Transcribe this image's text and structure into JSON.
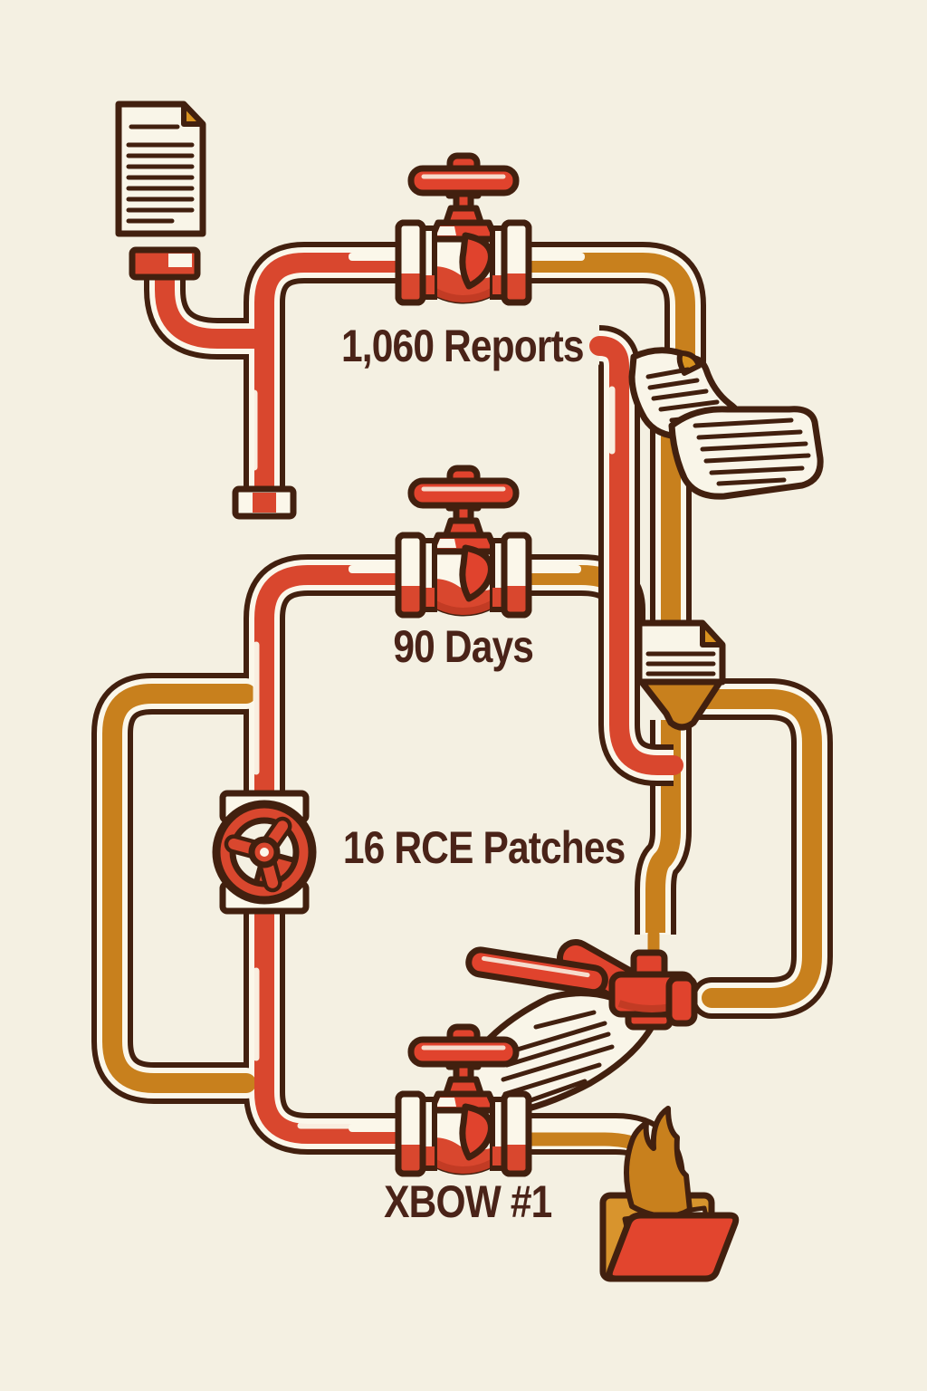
{
  "figure": {
    "type": "pipeline-infographic",
    "labels": {
      "stage1": "1,060 Reports",
      "stage2": "90 Days",
      "stage3": "16 RCE Patches",
      "stage4": "XBOW #1"
    }
  },
  "colors": {
    "background": "#f4f0e2",
    "outline": "#42200f",
    "pipe_red": "#d9472e",
    "valve_red": "#e0432d",
    "pipe_orange": "#c8801d",
    "pipe_wall": "#fbf7ea",
    "paper": "#f9f5e8",
    "corner_fold": "#d9921f",
    "folder_front": "#e2452e",
    "folder_back": "#d8942d",
    "text": "#4a2318"
  },
  "icons": [
    "document-icon",
    "gate-valve-icon",
    "handwheel-valve-icon",
    "lever-valve-icon",
    "paper-flow-icon",
    "funnel-document-icon",
    "folder-icon"
  ]
}
